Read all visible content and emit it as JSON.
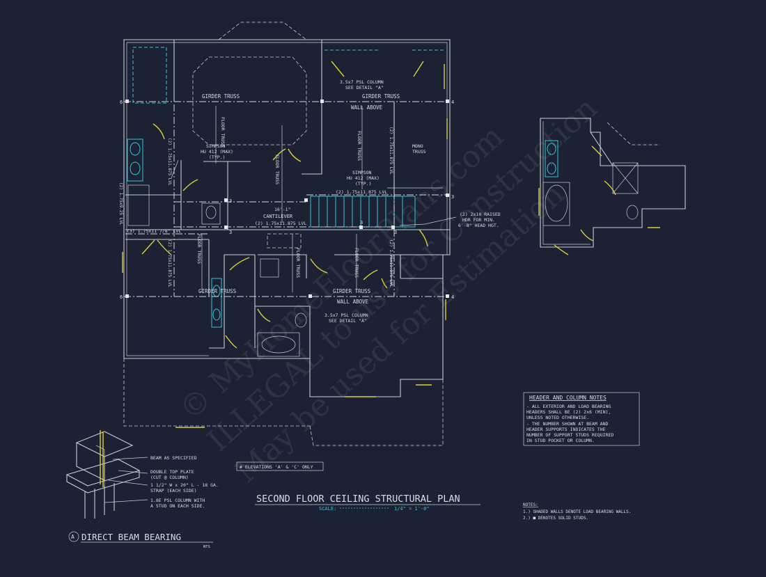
{
  "plan": {
    "labels": {
      "girder_truss": "GIRDER TRUSS",
      "wall_above": "WALL ABOVE",
      "floor_truss": "FLOOR TRUSS",
      "mono_truss": "MONO TRUSS",
      "simpson_1": "SIMPSON",
      "simpson_2": "HU 412 (MAX)",
      "simpson_3": "(TYP.)",
      "lvl_1": "(2) 1.75x11.875 LVL",
      "lvl_2": "(2) 1.75x11.875 LVL",
      "lvl_v": "(2) 1.75x11.875 LVL",
      "lvl_left": "(2) 1.75x9.25 LVL",
      "lvl_short": "(3) 1.75x11 7/8\" LVL",
      "cantilever": "CANTILEVER",
      "cantilever_dim": "16'-1\"",
      "psl_1": "3.5x7 PSL COLUMN",
      "psl_2": "SEE DETAIL \"A\"",
      "raised_1": "(2) 2x10 RAISED",
      "raised_2": "HDR FOR MIN.",
      "raised_3": "6'-8\" HEAD HGT.",
      "grid_3": "3",
      "grid_4": "4",
      "grid_6": "6",
      "elevations_note": "# ELEVATIONS 'A' & 'C' ONLY"
    },
    "title": "SECOND FLOOR CEILING STRUCTURAL PLAN",
    "scale_label": "SCALE:",
    "scale_value": "1/4\" = 1'-0\""
  },
  "header_notes": {
    "heading": "HEADER AND COLUMN NOTES",
    "lines": [
      "- ALL EXTERIOR AND LOAD BEARING",
      "HEADERS SHALL BE (2) 2x6 (MIN),",
      "UNLESS NOTED OTHERWISE.",
      "- THE NUMBER SHOWN AT BEAM AND",
      "HEADER SUPPORTS INDICATES THE",
      "NUMBER OF SUPPORT STUDS REQUIRED",
      "IN STUD POCKET OR COLUMN."
    ]
  },
  "notes": {
    "heading": "NOTES:",
    "lines": [
      "1.) SHADED WALLS DENOTE LOAD BEARING WALLS.",
      "2.) ■ DENOTES SOLID STUDS."
    ]
  },
  "detail": {
    "callout": "A",
    "title": "DIRECT BEAM BEARING",
    "scale": "NTS",
    "labels": [
      "BEAM AS SPECIFIED",
      "DOUBLE TOP PLATE",
      "(CUT @ COLUMN)",
      "1 1/2\" W x 20\" L - 18 GA.",
      "STRAP (EACH SIDE)",
      "1.8E PSL COLUMN WITH",
      "A STUD ON EACH SIDE."
    ]
  },
  "watermark": {
    "line1": "© MyHomeFloorPlans.com",
    "line2": "ILLEGAL to use for Construction",
    "line3": "May be used for Estimation"
  },
  "colors": {
    "background": "#1c2233",
    "lines": "#c9ccd6",
    "cyan": "#2fc7d8",
    "yellow": "#d9d232"
  }
}
